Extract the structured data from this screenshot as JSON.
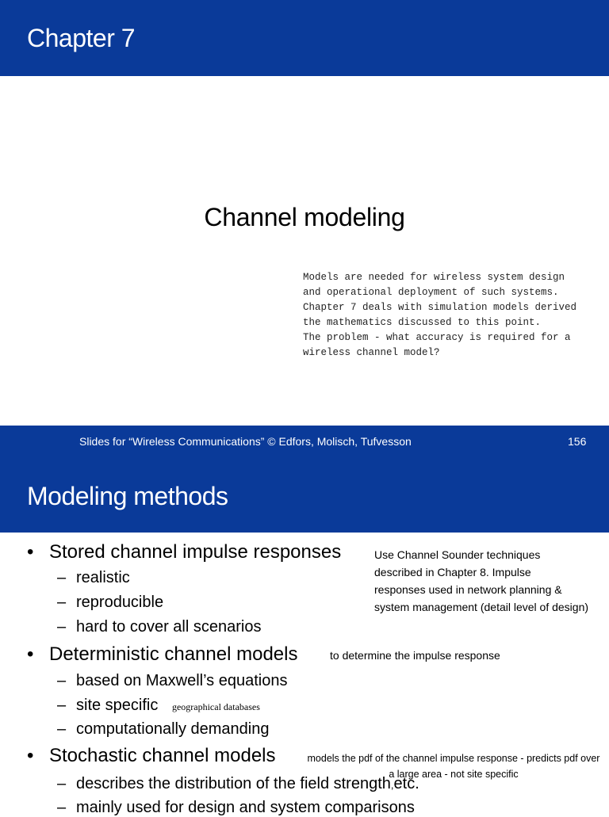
{
  "slide1": {
    "chapter_title": "Chapter 7",
    "main_title": "Channel modeling",
    "note_lines": [
      "Models are needed for wireless system design",
      "and operational deployment of such systems.",
      "Chapter 7 deals with simulation models derived",
      "the mathematics discussed to this point.",
      "The problem - what accuracy is required for a",
      "wireless channel model?"
    ],
    "footer": "Slides for “Wireless Communications” © Edfors, Molisch, Tufvesson",
    "page_number": "156"
  },
  "slide2": {
    "title": "Modeling methods",
    "bullet_symbol": "•",
    "dash_symbol": "–",
    "bullets": [
      {
        "text": "Stored channel impulse responses",
        "subs": [
          "realistic",
          "reproducible",
          "hard to cover all scenarios"
        ],
        "note_lines": [
          "Use Channel Sounder techniques",
          "described in Chapter 8.  Impulse",
          "responses used in network planning &",
          "system management (detail level of design)"
        ]
      },
      {
        "text": "Deterministic channel models",
        "subs": [
          "based on Maxwell’s equations",
          "site specific",
          "computationally demanding"
        ],
        "note": "to determine the impulse response",
        "sub_note": "geographical databases"
      },
      {
        "text": "Stochastic channel models",
        "subs": [
          "describes the distribution of the field strength",
          "mainly used for design and system comparisons"
        ],
        "note_lines": [
          "models the pdf of the channel impulse response - predicts pdf over",
          "a large area - not site specific"
        ],
        "sub_suffix_comma": ",",
        "sub_suffix_etc": "etc."
      }
    ]
  }
}
